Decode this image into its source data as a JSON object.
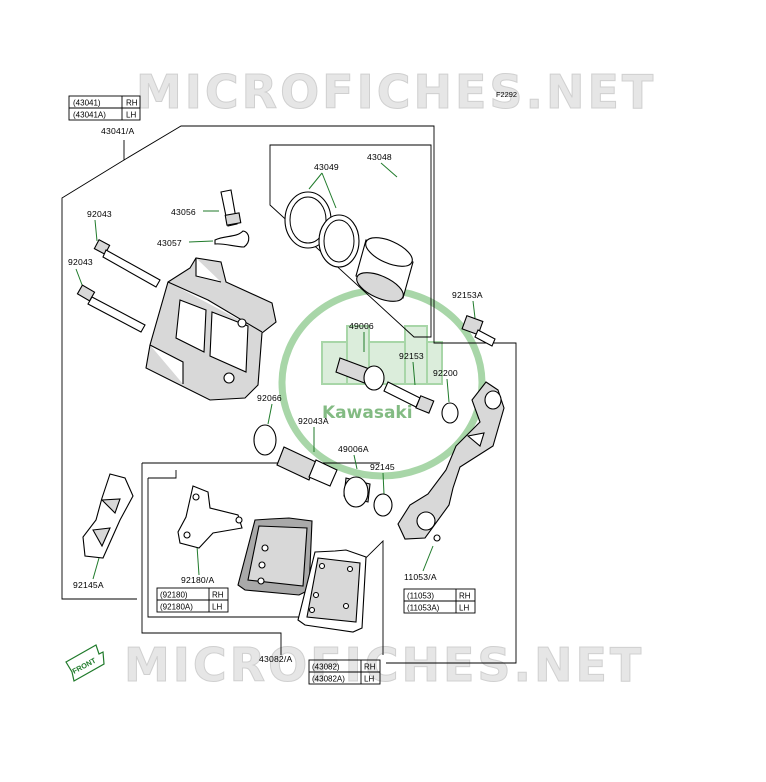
{
  "figure_code": "F2292",
  "watermark": {
    "text": "MICROFICHES.NET"
  },
  "brand_logo": {
    "text": "Kawasaki",
    "color": "#5aa55a"
  },
  "front_arrow": {
    "text": "FRONT"
  },
  "colors": {
    "leader": "#1f7a2a",
    "ink": "#000000",
    "watermark": "#e0e0e0"
  },
  "labels": {
    "l43041a": "43041/A",
    "l92043_top": "92043",
    "l92043_mid": "92043",
    "l43056": "43056",
    "l43057": "43057",
    "l43049": "43049",
    "l43048": "43048",
    "l92153a": "92153A",
    "l49006": "49006",
    "l92153": "92153",
    "l92200": "92200",
    "l92066": "92066",
    "l92043a": "92043A",
    "l49006a": "49006A",
    "l92145": "92145",
    "l92180a": "92180/A",
    "l92145a": "92145A",
    "l11053a": "11053/A",
    "l43082a": "43082/A"
  },
  "tables": {
    "t43041": [
      {
        "part": "(43041)",
        "side": "RH"
      },
      {
        "part": "(43041A)",
        "side": "LH"
      }
    ],
    "t92180": [
      {
        "part": "(92180)",
        "side": "RH"
      },
      {
        "part": "(92180A)",
        "side": "LH"
      }
    ],
    "t11053": [
      {
        "part": "(11053)",
        "side": "RH"
      },
      {
        "part": "(11053A)",
        "side": "LH"
      }
    ],
    "t43082": [
      {
        "part": "(43082)",
        "side": "RH"
      },
      {
        "part": "(43082A)",
        "side": "LH"
      }
    ]
  }
}
